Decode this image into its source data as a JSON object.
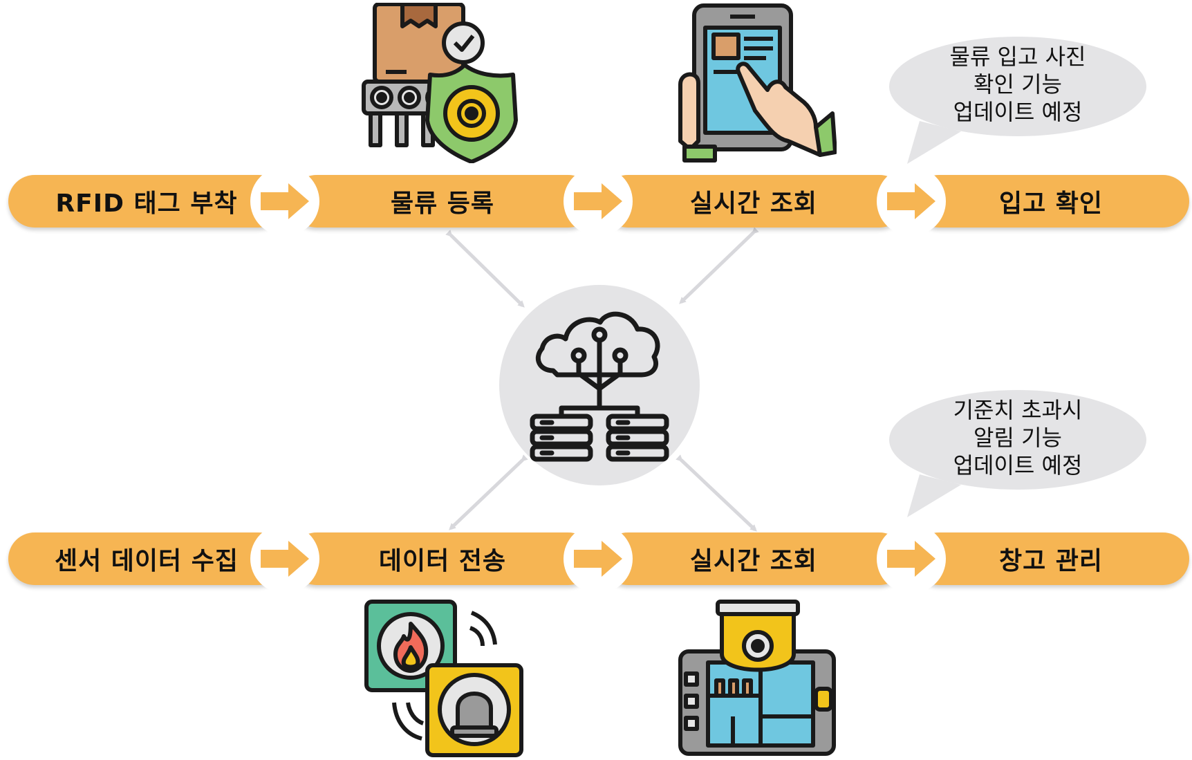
{
  "colors": {
    "step_fill": "#F6B553",
    "arrow_fill": "#F6B553",
    "hub_fill": "#E4E4E6",
    "link_color": "#D8D8DC",
    "bubble_fill": "#E4E4E6"
  },
  "top_row": {
    "steps": [
      "RFID 태그 부착",
      "물류 등록",
      "실시간 조회",
      "입고 확인"
    ]
  },
  "bottom_row": {
    "steps": [
      "센서 데이터 수집",
      "데이터 전송",
      "실시간 조회",
      "창고 관리"
    ]
  },
  "callouts": {
    "top": {
      "lines": [
        "물류 입고 사진",
        "확인 기능",
        "업데이트 예정"
      ]
    },
    "bottom": {
      "lines": [
        "기준치 초과시",
        "알림 기능",
        "업데이트 예정"
      ]
    }
  },
  "icons": {
    "top_left": "conveyor-box-shield-gear-icon",
    "top_right": "tablet-touch-hand-icon",
    "hub": "cloud-network-server-icon",
    "bottom_left": "fire-alarm-sensor-icon",
    "bottom_right": "cctv-tablet-map-icon"
  }
}
